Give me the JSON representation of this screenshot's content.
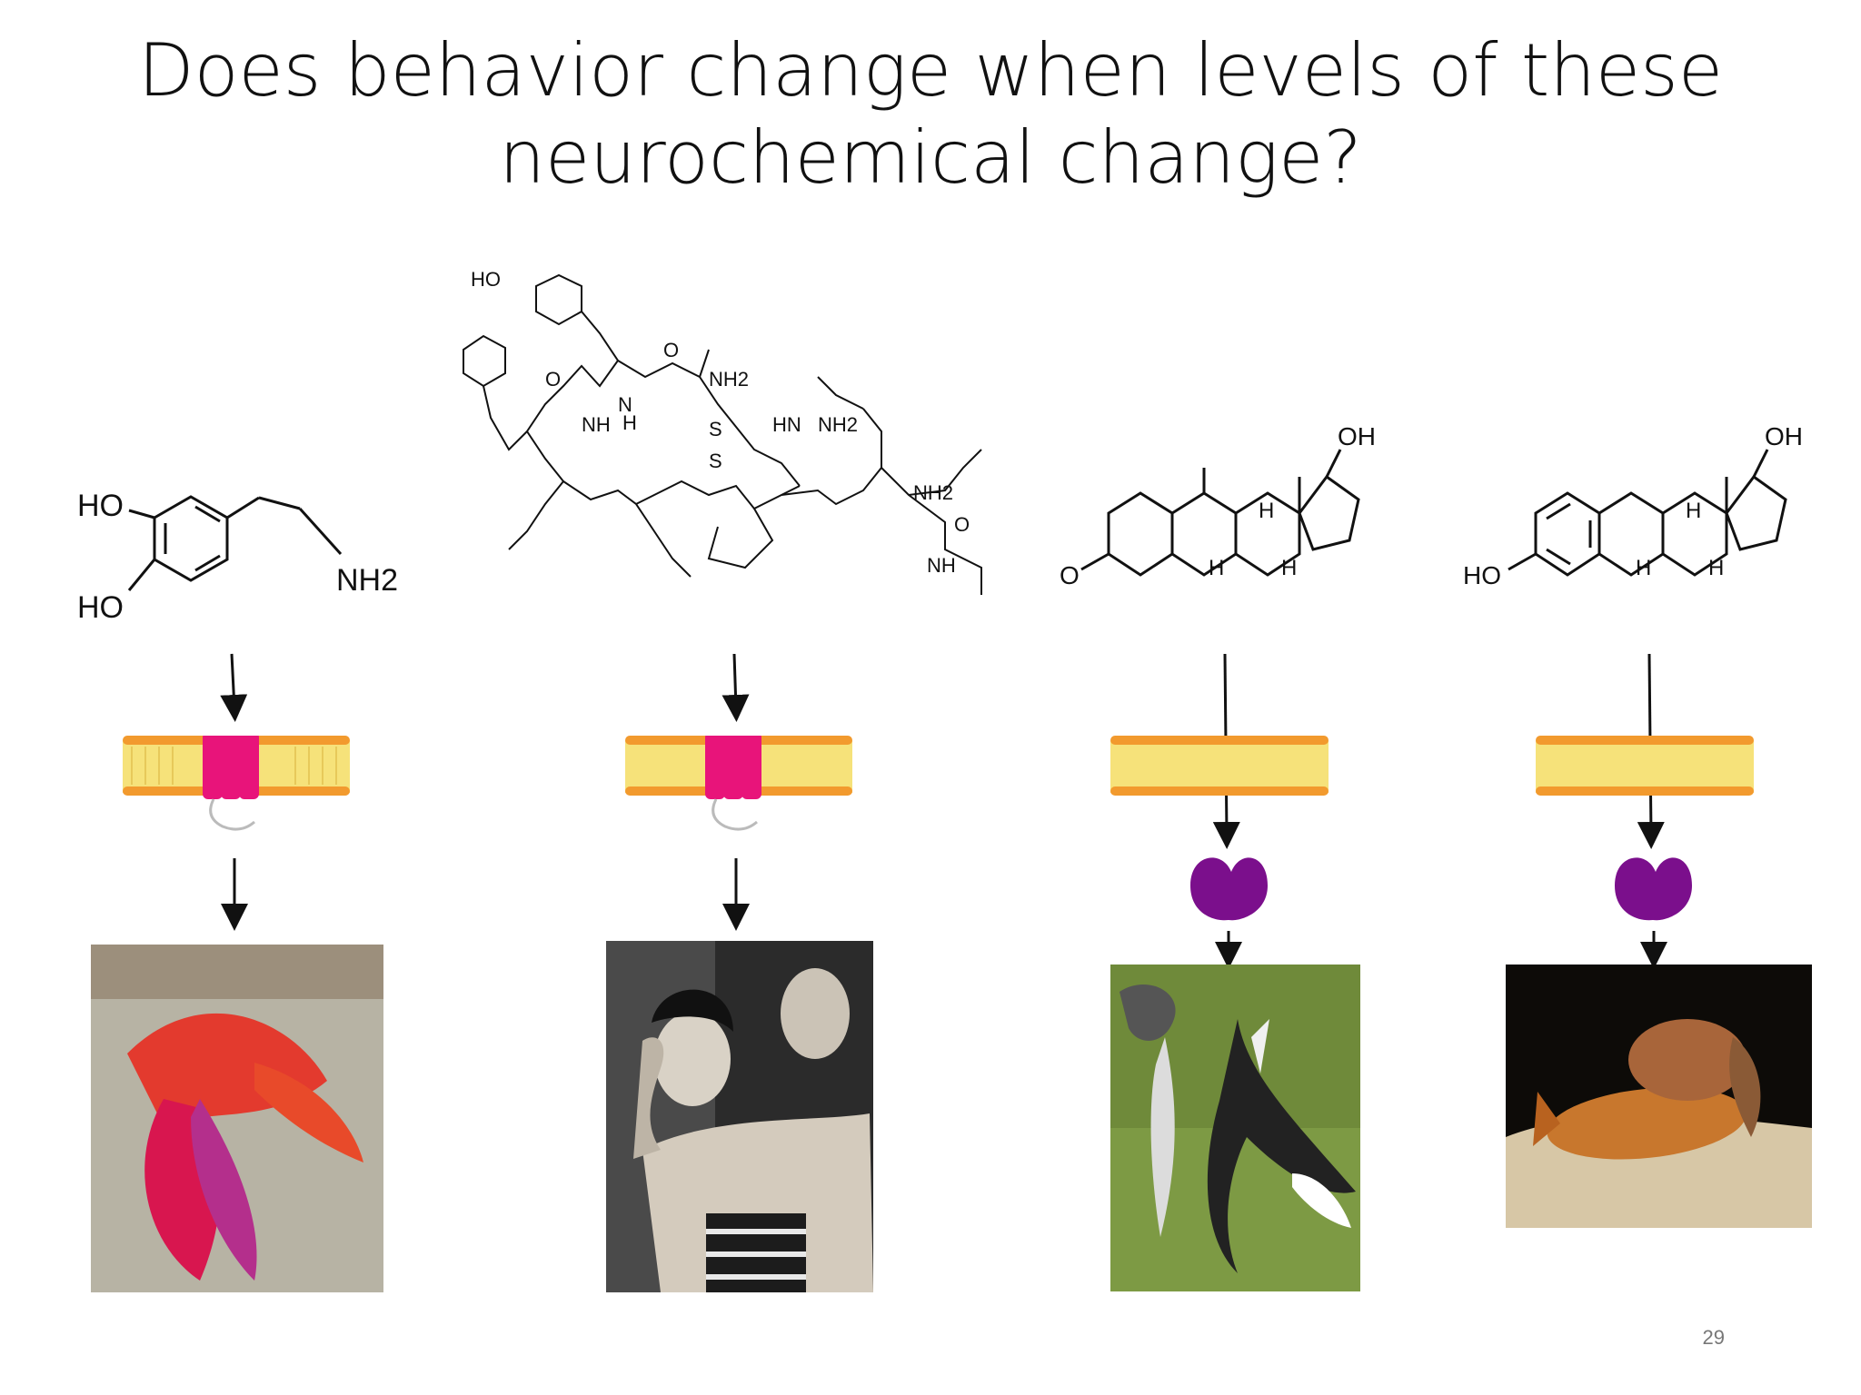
{
  "slide": {
    "title_line1": "Does behavior change when levels of these",
    "title_line2": "neurochemical change?",
    "page_number": "29"
  },
  "molecules": {
    "dopamine": {
      "labels": [
        "HO",
        "HO",
        "NH2"
      ]
    },
    "oxytocin": {
      "labels": [
        "HO",
        "NH2",
        "O",
        "N",
        "H",
        "NH",
        "O",
        "S",
        "S",
        "HN",
        "NH2",
        "NH",
        "O",
        "NH2"
      ]
    },
    "testosterone": {
      "labels": [
        "OH",
        "O",
        "H",
        "H",
        "H"
      ]
    },
    "estradiol": {
      "labels": [
        "OH",
        "HO",
        "H",
        "H",
        "H"
      ]
    }
  },
  "colors": {
    "receptor": "#e8147a",
    "intracellular_receptor": "#7b0f8c",
    "membrane_heads": "#f29a2e",
    "membrane_tails": "#f6e27a"
  }
}
